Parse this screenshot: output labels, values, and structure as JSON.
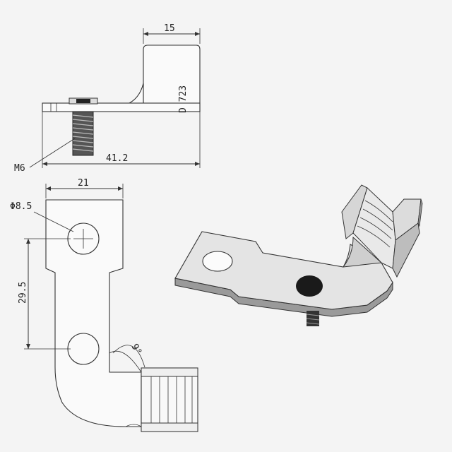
{
  "dimensions": {
    "width_top": "15",
    "length": "41.2",
    "thread": "M6",
    "height_label": "D 723",
    "width_plate": "21",
    "hole_dia": "Φ8.5",
    "hole_spacing": "29.5",
    "angle": "9°"
  },
  "colors": {
    "line": "#333333",
    "metal_light": "#e8e8e8",
    "metal_mid": "#cfcfcf",
    "metal_dark": "#9a9a9a",
    "rubber": "#1a1a1a"
  }
}
